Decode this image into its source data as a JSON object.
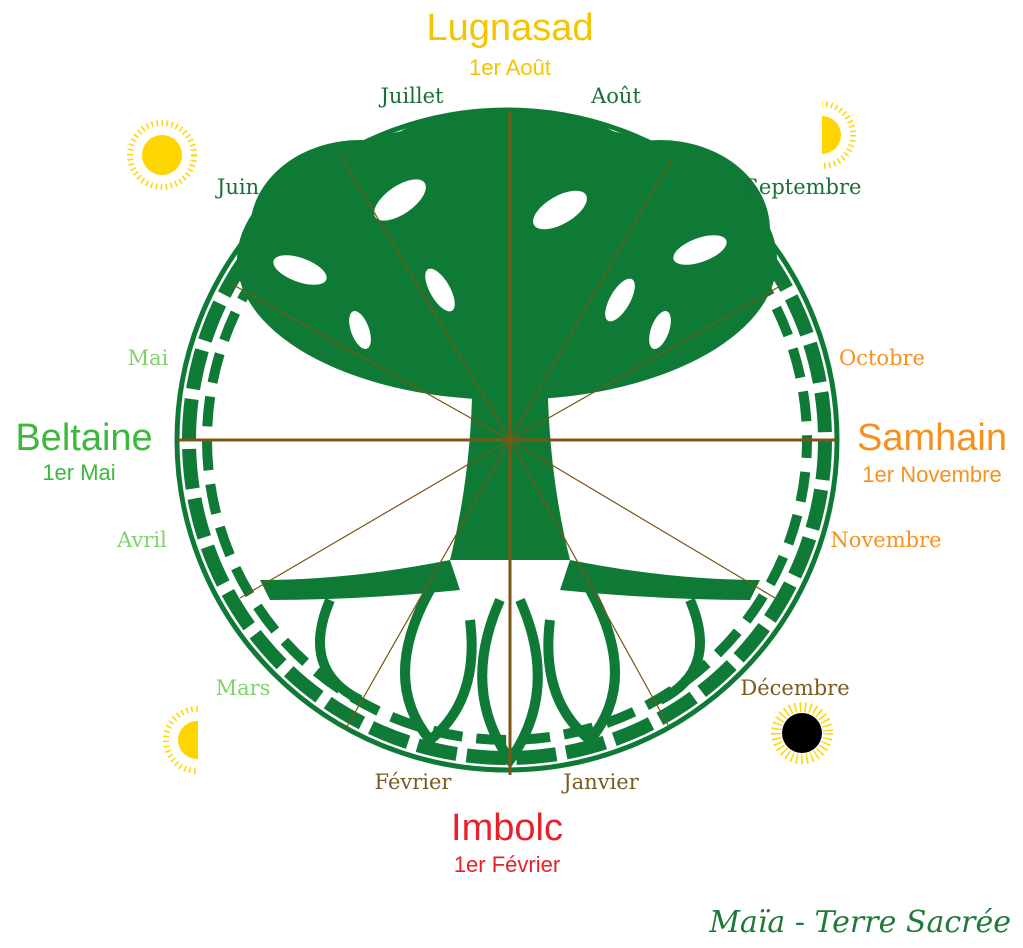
{
  "colors": {
    "tree": "#0f7a36",
    "lines": "#7a5514",
    "lugnasad": "#f5c400",
    "beltaine": "#3cb93c",
    "samhain": "#f7901e",
    "imbolc": "#e8202a",
    "summer_months": "#1b6e3a",
    "spring_months": "#7fd36a",
    "autumn_months": "#f7901e",
    "winter_months": "#7a5a1e",
    "sun": "#ffd500"
  },
  "festivals": {
    "lugnasad": {
      "name": "Lugnasad",
      "date": "1er Août"
    },
    "beltaine": {
      "name": "Beltaine",
      "date": "1er Mai"
    },
    "samhain": {
      "name": "Samhain",
      "date": "1er Novembre"
    },
    "imbolc": {
      "name": "Imbolc",
      "date": "1er Février"
    }
  },
  "months": {
    "juillet": "Juillet",
    "aout": "Août",
    "juin": "Juin",
    "septembre": "Septembre",
    "mai": "Mai",
    "octobre": "Octobre",
    "avril": "Avril",
    "novembre": "Novembre",
    "mars": "Mars",
    "decembre": "Décembre",
    "fevrier": "Février",
    "janvier": "Janvier"
  },
  "icons": [
    "full-sun-icon",
    "half-sun-right-icon",
    "half-sun-left-icon",
    "eclipse-sun-icon"
  ],
  "signature": "Maïa - Terre Sacrée"
}
